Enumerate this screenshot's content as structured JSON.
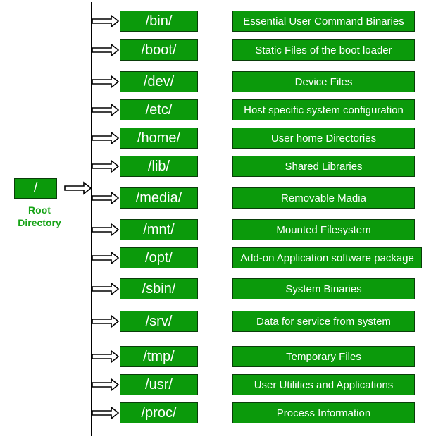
{
  "root": {
    "symbol": "/",
    "label_line1": "Root",
    "label_line2": "Directory"
  },
  "colors": {
    "box_fill": "#0b9a0b",
    "box_border": "#0a3d0a",
    "box_text": "#ffffff",
    "root_label": "#16a316",
    "line": "#000000"
  },
  "entries": [
    {
      "dir": "/bin/",
      "desc": "Essential User Command Binaries"
    },
    {
      "dir": "/boot/",
      "desc": "Static Files of the boot loader"
    },
    {
      "dir": "/dev/",
      "desc": "Device Files"
    },
    {
      "dir": "/etc/",
      "desc": "Host specific system configuration"
    },
    {
      "dir": "/home/",
      "desc": "User home Directories"
    },
    {
      "dir": "/lib/",
      "desc": "Shared Libraries"
    },
    {
      "dir": "/media/",
      "desc": "Removable Madia"
    },
    {
      "dir": "/mnt/",
      "desc": "Mounted Filesystem"
    },
    {
      "dir": "/opt/",
      "desc": "Add-on Application software package"
    },
    {
      "dir": "/sbin/",
      "desc": "System Binaries"
    },
    {
      "dir": "/srv/",
      "desc": "Data for service from system"
    },
    {
      "dir": "/tmp/",
      "desc": "Temporary Files"
    },
    {
      "dir": "/usr/",
      "desc": "User Utilities and Applications"
    },
    {
      "dir": "/proc/",
      "desc": "Process Information"
    }
  ]
}
